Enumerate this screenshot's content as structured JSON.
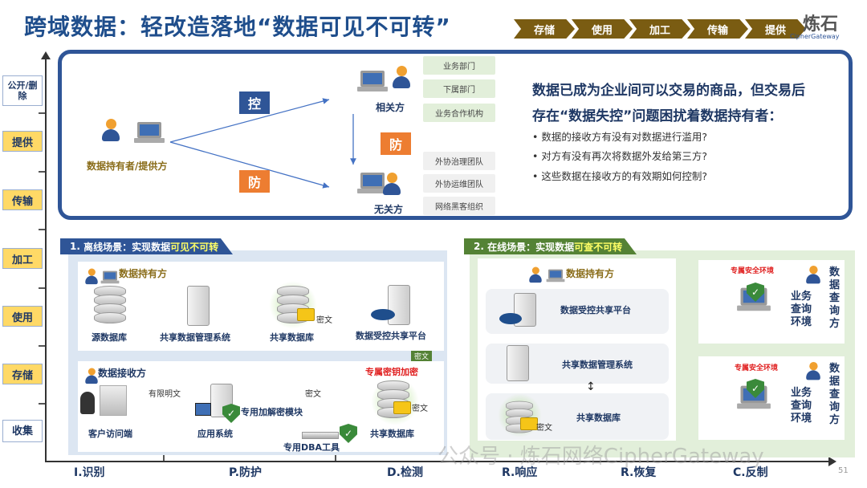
{
  "title": "跨域数据：轻改造落地“数据可见不可转”",
  "chevrons": [
    "存储",
    "使用",
    "加工",
    "传输",
    "提供"
  ],
  "logo": {
    "cn": "炼石",
    "en": "CipherGateway"
  },
  "lifecycle": [
    "公开/删除",
    "提供",
    "传输",
    "加工",
    "使用",
    "存储",
    "收集"
  ],
  "ipdrrc": [
    "I.识别",
    "P.防护",
    "D.检测",
    "R.响应",
    "R.恢复",
    "C.反制"
  ],
  "top": {
    "owner": "数据持有者/提供方",
    "control": "控",
    "defend1": "防",
    "defend2": "防",
    "related": "相关方",
    "unrelated": "无关方",
    "related_list": [
      "业务部门",
      "下属部门",
      "业务合作机构"
    ],
    "unrelated_list": [
      "外协治理团队",
      "外协运维团队",
      "网络黑客组织"
    ],
    "q_line1": "数据已成为企业间可以交易的商品，但交易后",
    "q_line2": "存在“数据失控”问题困扰着数据持有者：",
    "bullets": [
      "数据的接收方有没有对数据进行滥用?",
      "对方有没有再次将数据外发给第三方?",
      "这些数据在接收方的有效期如何控制?"
    ]
  },
  "offline": {
    "num": "1.",
    "title": "离线场景：实现数据",
    "highlight": "可见不可转",
    "holder": "数据持有方",
    "nodes": [
      "源数据库",
      "共享数据管理系统",
      "共享数据库",
      "数据受控共享平台"
    ],
    "cipher": "密文",
    "receiver": "数据接收方",
    "recv_nodes": {
      "client": "客户访问端",
      "app": "应用系统",
      "module": "专用加解密模块",
      "db": "共享数据库",
      "dba": "专用DBA工具"
    },
    "limited_plain": "有限明文",
    "cipher_link": "密文",
    "down_cipher": "密文",
    "db_cipher": "密文",
    "exclusive_key": "专属密钥加密"
  },
  "online": {
    "num": "2.",
    "title": "在线场景：实现数据",
    "highlight": "可查不可转",
    "holder": "数据持有方",
    "rows": [
      "数据受控共享平台",
      "共享数据管理系统",
      "共享数据库"
    ],
    "cipher": "密文",
    "envs": [
      {
        "label": "专属安全环境",
        "env": "业务查询环境",
        "party": "数据查询方"
      },
      {
        "label": "专属安全环境",
        "env": "业务查询环境",
        "party": "数据查询方"
      }
    ]
  },
  "watermark": "公众号 · 炼石网络CipherGateway",
  "page_number": "51"
}
